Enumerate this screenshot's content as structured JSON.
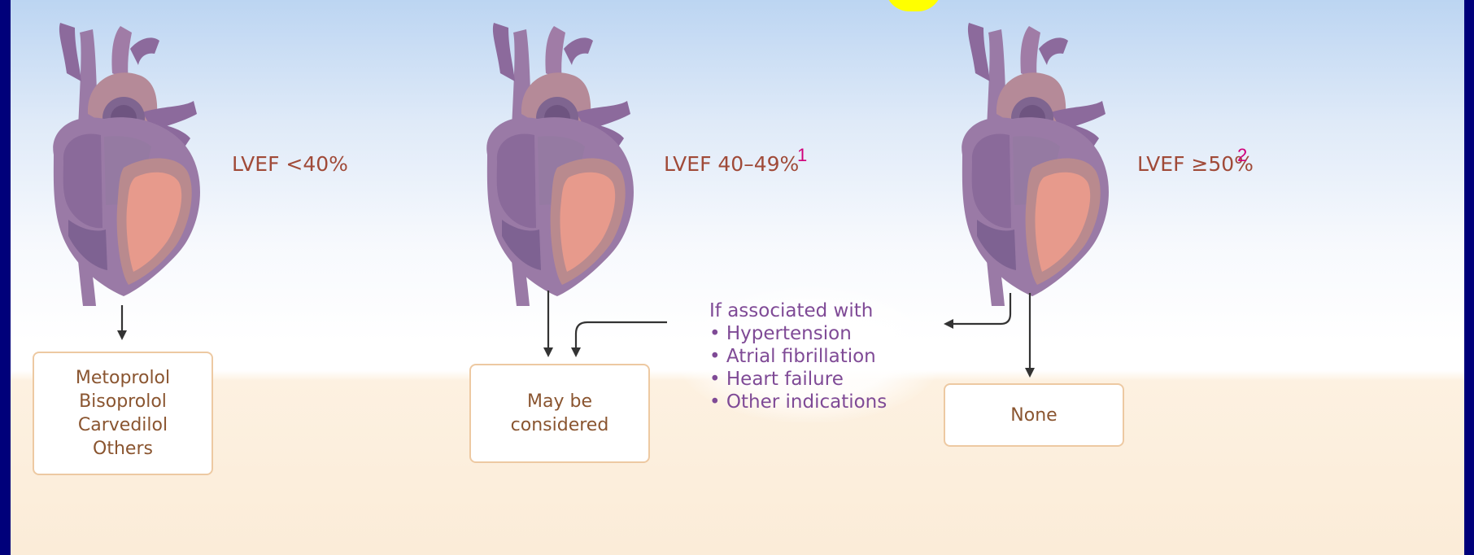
{
  "panels": [
    {
      "lvef_label": "LVEF <40%",
      "superscript": "",
      "recommendation": [
        "Metoprolol",
        "Bisoprolol",
        "Carvedilol",
        "Others"
      ]
    },
    {
      "lvef_label": "LVEF 40–49%",
      "superscript": "1",
      "recommendation": [
        "May be",
        "considered"
      ]
    },
    {
      "lvef_label": "LVEF ≥50%",
      "superscript": "2",
      "recommendation": [
        "None"
      ]
    }
  ],
  "association": {
    "heading": "If associated with",
    "items": [
      "Hypertension",
      "Atrial fibrillation",
      "Heart failure",
      "Other indications"
    ]
  },
  "colors": {
    "outer_background": "#00007a",
    "label_text": "#a04a38",
    "superscript": "#d0007a",
    "box_border": "#edc9a2",
    "box_text": "#8a5530",
    "association_text": "#7f4a96",
    "arrow": "#333333"
  }
}
